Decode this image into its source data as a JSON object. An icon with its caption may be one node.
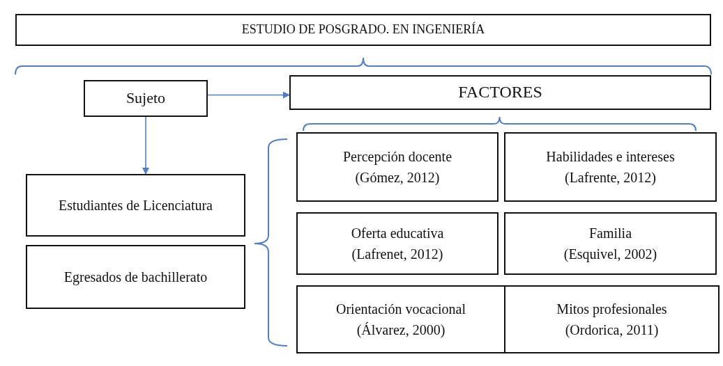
{
  "diagram": {
    "nodes": [
      {
        "text": [
          "ESTUDIO DE POSGRADO. EN INGENIERÍA"
        ]
      },
      {
        "text": [
          "Sujeto"
        ]
      },
      {
        "text": [
          "FACTORES"
        ]
      },
      {
        "text": [
          "Estudiantes de Licenciatura"
        ]
      },
      {
        "text": [
          "Egresados de bachillerato"
        ]
      },
      {
        "text": [
          "Percepción docente",
          "(Gómez, 2012)"
        ]
      },
      {
        "text": [
          "Habilidades e intereses",
          "(Lafrente, 2012)"
        ]
      },
      {
        "text": [
          "Oferta educativa",
          "(Lafrenet, 2012)"
        ]
      },
      {
        "text": [
          "Familia",
          "(Esquivel, 2002)"
        ]
      },
      {
        "text": [
          "Orientación vocacional",
          "(Álvarez, 2000)"
        ]
      },
      {
        "text": [
          "Mitos profesionales",
          "(Ordorica, 2011)"
        ]
      }
    ],
    "edges": [
      {
        "from": 1,
        "to": 2,
        "arrow": "to"
      },
      {
        "from": 1,
        "to": 3,
        "arrow": "to"
      }
    ]
  }
}
